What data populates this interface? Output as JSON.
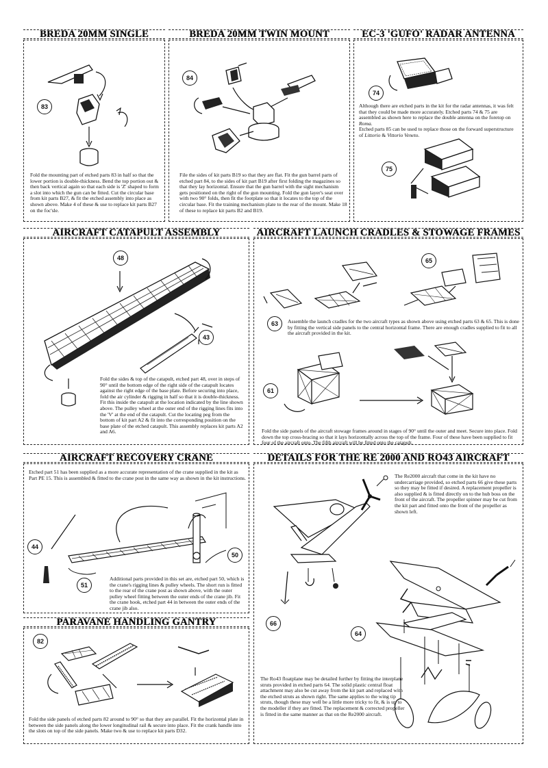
{
  "sections": {
    "breda_single": {
      "title": "BREDA 20MM SINGLE",
      "part": "83",
      "text": "Fold the mounting part of etched parts 83 in half so that the lower portion is double-thickness. Bend the top portion out & then back vertical again so that each side is 'Z' shaped to form a slot into which the gun can be fitted. Cut the circular base from kit parts B27, & fit the etched assembly into place as shown above. Make 4 of these & use to replace kit parts B27 on the foc'sle."
    },
    "breda_twin": {
      "title": "BREDA 20MM TWIN MOUNT",
      "part": "84",
      "text": "File the sides of kit parts B19 so that they are flat. Fit the gun barrel parts of etched part 84, to the sides of kit part B19 after first folding the magazines so that they lay horizontal. Ensure that the gun barrel with the sight mechanism gets positioned on the right of the gun mounting. Fold the gun layer's seat over with two 90° folds, then fit the footplate so that it locates to the top of the circular base. Fit the training mechanism plate to the rear of the mount. Make 18 of these to replace kit parts B2 and B19."
    },
    "radar": {
      "title": "EC-3 'GUFO' RADAR ANTENNA",
      "part_a": "74",
      "part_b": "75",
      "text_1": "Although there are etched parts in the kit for the radar antennas, it was felt that they could be made more accurately. Etched parts 74 & 75 are assembled as shown here to replace the double antenna on the foretop on",
      "text_1_italic": "Roma.",
      "text_2": "Etched parts 85 can be used to replace those on the forward superstructure of",
      "text_2_italic": "Littorio",
      "text_2_amp": "&",
      "text_2_italic2": "Vittorio Veneto."
    },
    "catapult": {
      "title": "AIRCRAFT CATAPULT ASSEMBLY",
      "part_a": "48",
      "part_b": "43",
      "text": "Fold the sides & top of the catapult, etched part 48, over in steps of 90° until the bottom edge of the right side of the catapult locates against the right edge of the base plate. Before securing into place, fold the air cylinder & rigging in half so that it is double-thickness. Fit this inside the catapult at the location indicated by the line shown above. The pulley wheel at the outer end of the rigging lines fits into the 'V' at the end of the catapult. Cut the locating peg from the bottom of kit part A2 & fit into the corresponding position on the base plate of the etched catapult. This assembly replaces kit parts A2 and A6."
    },
    "cradles": {
      "title": "AIRCRAFT LAUNCH CRADLES & STOWAGE FRAMES",
      "part_a": "65",
      "part_b": "63",
      "part_c": "61",
      "text_1": "Assemble the launch cradles for the two aircraft types as shown above using etched parts 63 & 65. This is done by fitting the vertical side panels to the central horizontal frame. There are enough cradles supplied to fit to all the aircraft provided in the kit.",
      "text_2": "Fold the side panels of the aircraft stowage frames around in stages of 90° until the outer and meet. Secure into place. Fold down the top cross-bracing so that it lays horizontally across the top of the frame. Four of these have been supplied to fit four of the aircraft onto. The fifth aircraft will be fitted onto the catapult."
    },
    "crane": {
      "title": "AIRCRAFT RECOVERY CRANE",
      "part_a": "44",
      "part_b": "51",
      "part_c": "50",
      "text_1": "Etched part 51 has been supplied as a more accurate representation of the crane supplied in the kit as Part PE 15. This is assembled & fitted to the crane post in the same way as shown in the kit instructions.",
      "text_2": "Additional parts provided in this set are, etched part 50, which is the crane's rigging lines & pulley wheels. The short run is fitted to the rear of the crane post as shown above, with the outer pulley wheel fitting between the outer ends of the crane jib. Fit the crane hook, etched part 44 in between the outer ends of the crane jib also."
    },
    "gantry": {
      "title": "PARAVANE HANDLING GANTRY",
      "part": "82",
      "text": "Fold the side panels of etched parts 82 around to 90° so that they are parallel. Fit the horizontal plate in between the side panels along the lower longitudinal rail & secure into place. Fit the crank handle into the slots on top of the side panels. Make two & use to replace kit parts D32."
    },
    "aircraft": {
      "title": "DETAILS FOR THE Re 2000 and Ro43 AIRCRAFT",
      "part_a": "66",
      "part_b": "64",
      "text_1": "The Re2000 aircraft that come in the kit have no undercarriage provided, so etched parts 66 give these parts so they may be fitted if desired. A replacement propeller is also supplied & is fitted directly on to the hub boss on the front of the aircraft. The propeller spinner may be cut from the kit part and fitted onto the front of the propeller as shown left.",
      "text_2": "The Ro43 floatplane may be detailed further by fitting the interplane struts provided in etched parts 64. The solid plastic central float attachment may also be cut away from the kit part and replaced with the etched struts as shown right. The same applies to the wing tip struts, though these may well be a little more tricky to fit, & is up to the modeller if they are fitted. The replacement & corrected propeller is fitted in the same manner as that on the Re2000 aircraft."
    }
  }
}
